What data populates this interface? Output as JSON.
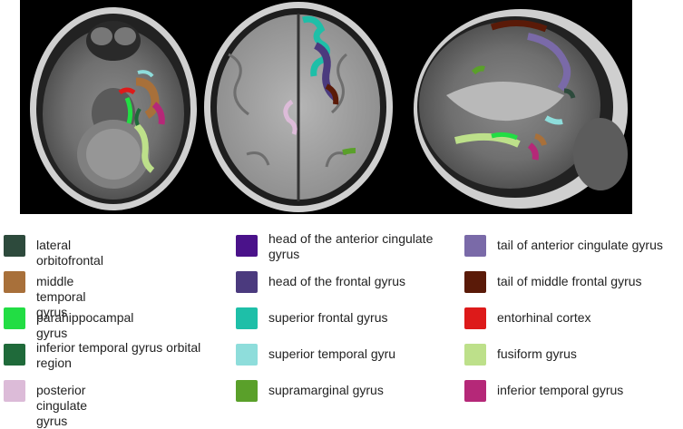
{
  "figure": {
    "panels": [
      "axial",
      "coronal",
      "sagittal"
    ]
  },
  "legend": {
    "col1": [
      {
        "label": "lateral orbitofrontal",
        "color": "#2d4a3c"
      },
      {
        "label": "middle temporal gyrus",
        "color": "#a8703a"
      },
      {
        "label": "parahippocampal gyrus",
        "color": "#22dd44"
      },
      {
        "label": "inferior temporal gyrus orbital region",
        "color": "#1f6a3a"
      },
      {
        "label": "posterior cingulate gyrus",
        "color": "#dcbbd8"
      }
    ],
    "col2": [
      {
        "label": "head of the anterior cingulate gyrus",
        "color": "#4a128a"
      },
      {
        "label": "head of the frontal gyrus",
        "color": "#4b3a7e"
      },
      {
        "label": "superior frontal gyrus",
        "color": "#1ebfa8"
      },
      {
        "label": "superior temporal gyru",
        "color": "#8edddb"
      },
      {
        "label": "supramarginal gyrus",
        "color": "#5aa02a"
      }
    ],
    "col3": [
      {
        "label": "tail of anterior cingulate gyrus",
        "color": "#7a6aa8"
      },
      {
        "label": "tail of middle frontal gyrus",
        "color": "#5a1a08"
      },
      {
        "label": "entorhinal cortex",
        "color": "#dd1a1a"
      },
      {
        "label": "fusiform gyrus",
        "color": "#bde08a"
      },
      {
        "label": "inferior temporal gyrus",
        "color": "#b52878"
      }
    ]
  }
}
